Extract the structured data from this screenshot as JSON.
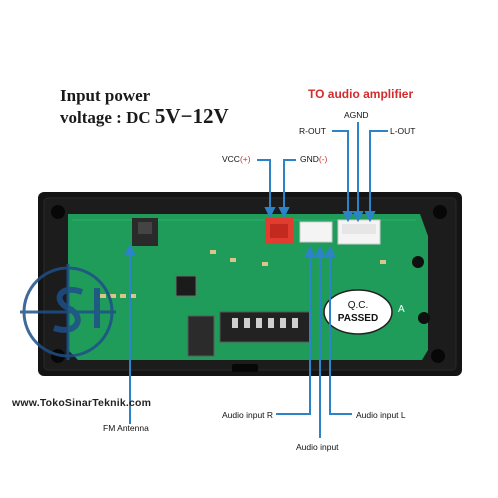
{
  "header": {
    "line1": "Input power",
    "line2_prefix": "voltage : DC ",
    "line2_value": "5V−12V",
    "amp_title": "TO audio amplifier"
  },
  "pins": {
    "vcc_label": "VCC",
    "vcc_sign": "(+)",
    "gnd_label": "GND",
    "gnd_sign": "(-)",
    "agnd": "AGND",
    "r_out": "R-OUT",
    "l_out": "L-OUT"
  },
  "bottom_labels": {
    "fm_antenna": "FM Antenna",
    "audio_input_r": "Audio input R",
    "audio_input_l": "Audio input L",
    "audio_input": "Audio input"
  },
  "board": {
    "qc_line1": "Q.C.",
    "qc_line2": "PASSED",
    "silk_a": "A"
  },
  "watermark": "www.TokoSinarTeknik.com",
  "colors": {
    "arrow": "#2c83c8",
    "red_label": "#d12d2d",
    "pcb": "#1f9c5a",
    "bezel": "#141414"
  }
}
